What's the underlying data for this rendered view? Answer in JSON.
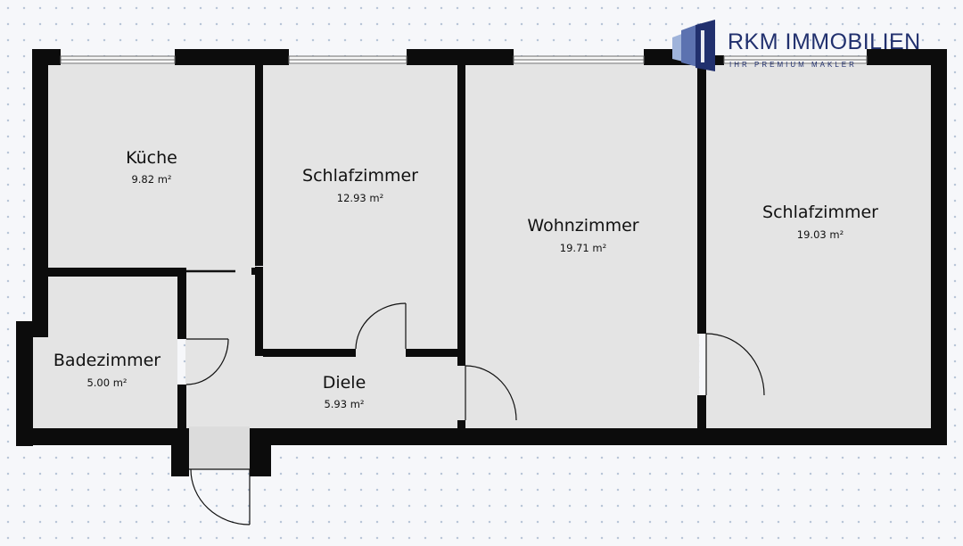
{
  "logo": {
    "brand": "RKM IMMOBILIEN",
    "tagline": "IHR PREMIUM MAKLER",
    "colors": {
      "dark": "#21306e",
      "light": "#9fb3da"
    }
  },
  "rooms": [
    {
      "id": "kueche",
      "name": "Küche",
      "area": "9.82 m²"
    },
    {
      "id": "schlafzimmer-1",
      "name": "Schlafzimmer",
      "area": "12.93 m²"
    },
    {
      "id": "wohnzimmer",
      "name": "Wohnzimmer",
      "area": "19.71 m²"
    },
    {
      "id": "schlafzimmer-2",
      "name": "Schlafzimmer",
      "area": "19.03 m²"
    },
    {
      "id": "badezimmer",
      "name": "Badezimmer",
      "area": "5.00 m²"
    },
    {
      "id": "diele",
      "name": "Diele",
      "area": "5.93 m²"
    }
  ],
  "colors": {
    "wall": "#0c0c0c",
    "floor": "#e4e4e4",
    "background": "#f6f7fa"
  }
}
